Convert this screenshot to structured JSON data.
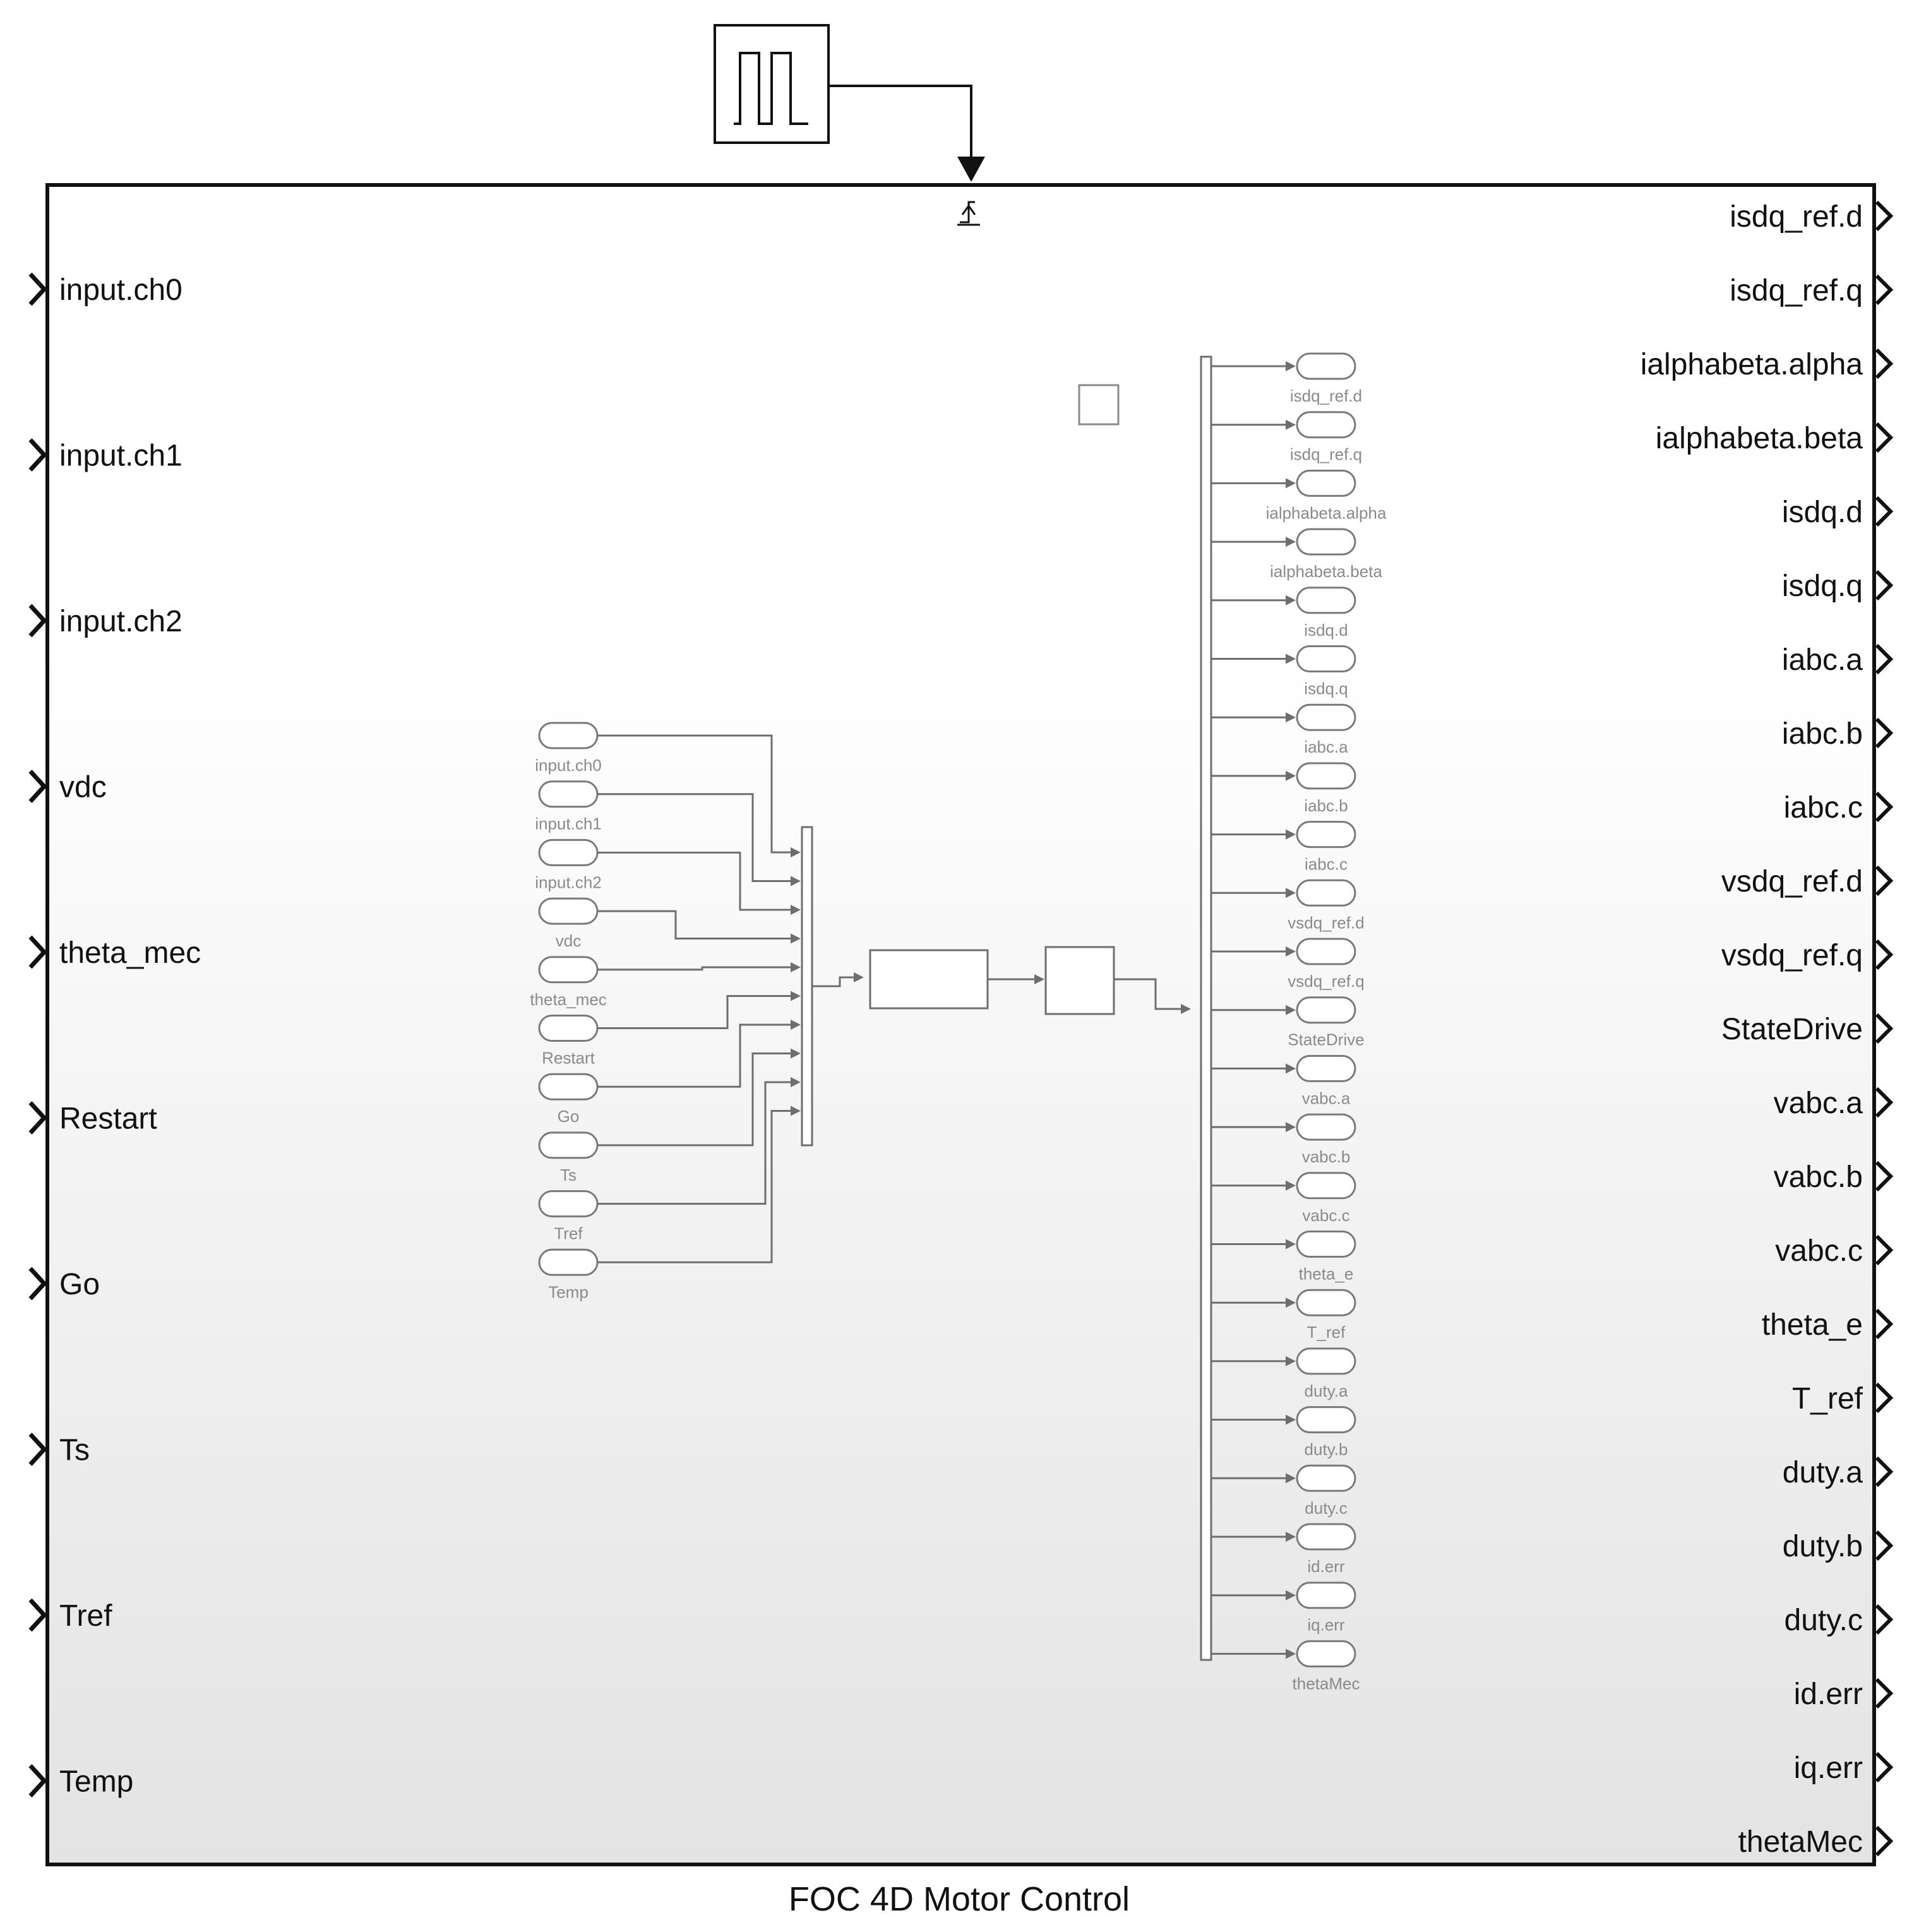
{
  "subsystem": {
    "caption": "FOC 4D Motor Control",
    "inputs": [
      "input.ch0",
      "input.ch1",
      "input.ch2",
      "vdc",
      "theta_mec",
      "Restart",
      "Go",
      "Ts",
      "Tref",
      "Temp"
    ],
    "outputs": [
      "isdq_ref.d",
      "isdq_ref.q",
      "ialphabeta.alpha",
      "ialphabeta.beta",
      "isdq.d",
      "isdq.q",
      "iabc.a",
      "iabc.b",
      "iabc.c",
      "vsdq_ref.d",
      "vsdq_ref.q",
      "StateDrive",
      "vabc.a",
      "vabc.b",
      "vabc.c",
      "theta_e",
      "T_ref",
      "duty.a",
      "duty.b",
      "duty.c",
      "id.err",
      "iq.err",
      "thetaMec"
    ]
  },
  "internal": {
    "from_tags": [
      "input.ch0",
      "input.ch1",
      "input.ch2",
      "vdc",
      "theta_mec",
      "Restart",
      "Go",
      "Ts",
      "Tref",
      "Temp"
    ],
    "goto_tags": [
      "isdq_ref.d",
      "isdq_ref.q",
      "ialphabeta.alpha",
      "ialphabeta.beta",
      "isdq.d",
      "isdq.q",
      "iabc.a",
      "iabc.b",
      "iabc.c",
      "vsdq_ref.d",
      "vsdq_ref.q",
      "StateDrive",
      "vabc.a",
      "vabc.b",
      "vabc.c",
      "theta_e",
      "T_ref",
      "duty.a",
      "duty.b",
      "duty.c",
      "id.err",
      "iq.err",
      "thetaMec"
    ]
  },
  "icons": {
    "pulse_generator": "pulse-generator-icon",
    "trigger": "rising-edge-trigger-icon",
    "port_arrow": "chevron-right-icon"
  },
  "colors": {
    "frame": "#111111",
    "wire": "#6e6e6e",
    "tag_text": "#8a8a8a",
    "gradient_top": "#ffffff",
    "gradient_bottom": "#e3e3e3"
  }
}
